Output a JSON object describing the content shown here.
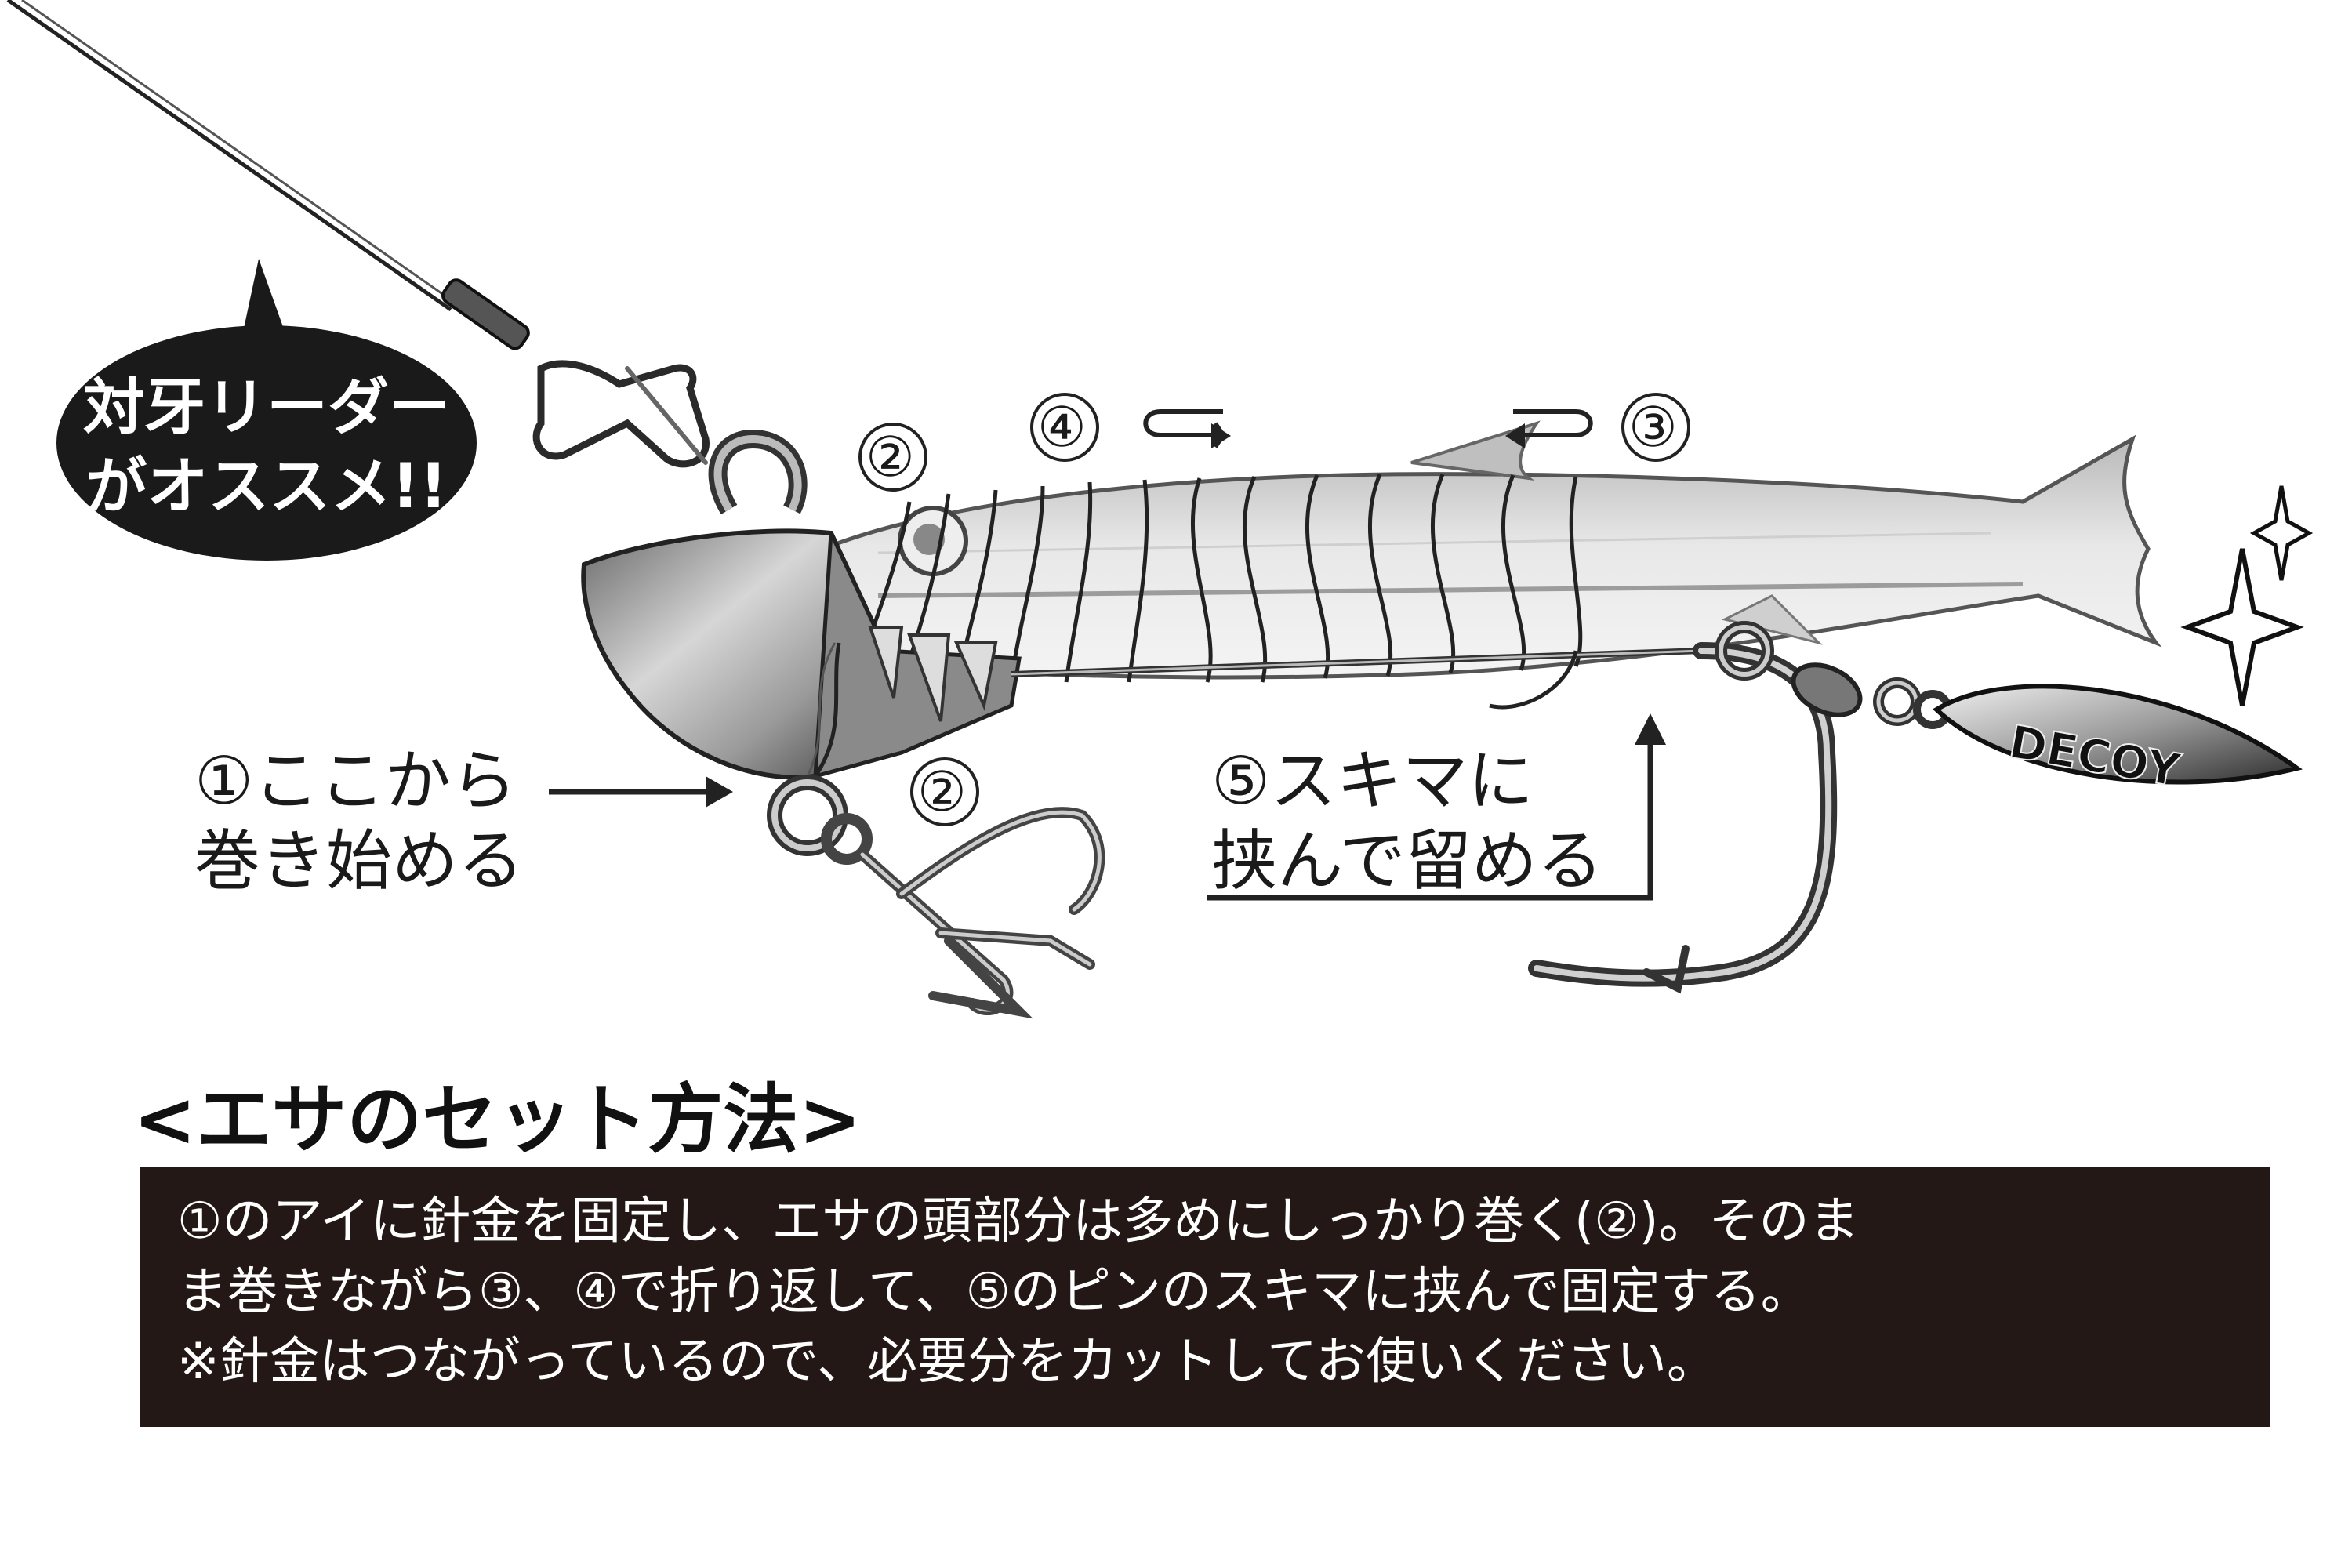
{
  "bubble": {
    "line1": "対牙リーダー",
    "line2": "がオススメ!!"
  },
  "step_markers": {
    "m2_top": "②",
    "m4": "④",
    "m3": "③",
    "m2_bottom": "②"
  },
  "callout_start": {
    "line1": "①ここから",
    "line2": "巻き始める"
  },
  "callout_gap": {
    "line1": "⑤スキマに",
    "line2": "挟んで留める"
  },
  "blade_brand": "DECOY",
  "section_title": "<エサのセット方法>",
  "instructions": {
    "line1": "①のアイに針金を固定し、エサの頭部分は多めにしっかり巻く(②)。そのま",
    "line2": "ま巻きながら③、④で折り返して、⑤のピンのスキマに挟んで固定する。",
    "line3": "※針金はつながっているので、必要分をカットしてお使いください。"
  },
  "colors": {
    "instruction_box": "#231815",
    "bubble": "#1a1a1a",
    "line": "#222222"
  }
}
